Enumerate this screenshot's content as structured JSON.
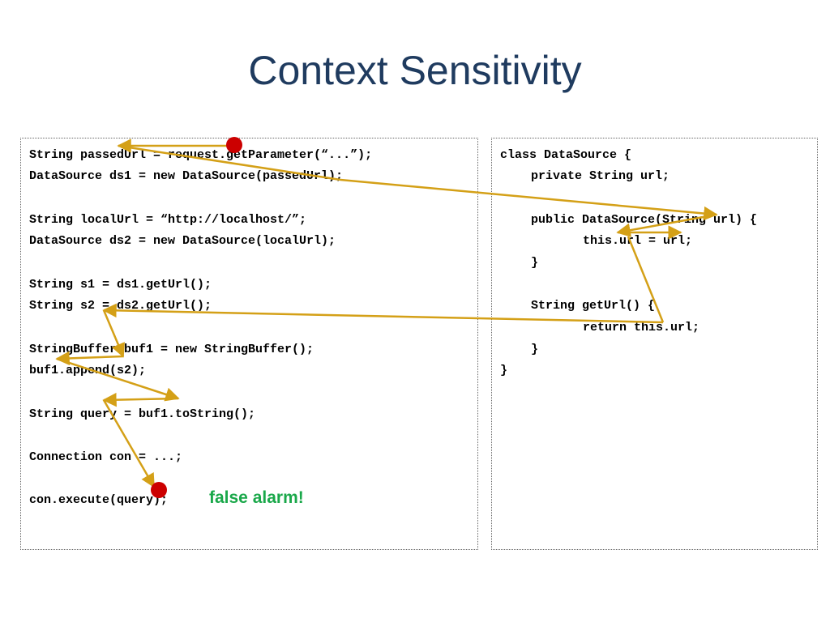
{
  "title": "Context Sensitivity",
  "left_code": [
    "String passedUrl = request.getParameter(“...”);",
    "DataSource ds1 = new DataSource(passedUrl);",
    "String localUrl = “http://localhost/”;",
    "DataSource ds2 = new DataSource(localUrl);",
    "String s1 = ds1.getUrl();",
    "String s2 = ds2.getUrl();",
    "StringBuffer buf1 = new StringBuffer();",
    "buf1.append(s2);",
    "String query = buf1.toString();",
    "Connection con = ...;",
    "con.execute(query);"
  ],
  "alarm_label": "false alarm!",
  "right_code": [
    "class DataSource {",
    "private String url;",
    "public DataSource(String url) {",
    "this.url = url;",
    "}",
    "String getUrl() {",
    "return this.url;",
    "}",
    "}"
  ],
  "colors": {
    "title": "#1f3b5f",
    "arrow": "#d4a017",
    "marker": "#cc0000",
    "alarm": "#1aa84a"
  }
}
